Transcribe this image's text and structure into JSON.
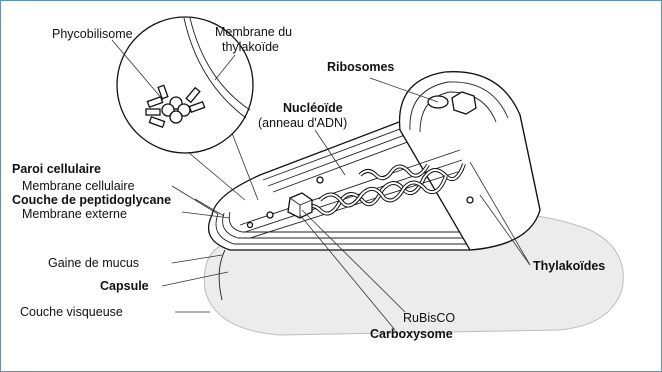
{
  "labels": {
    "phycobilisome": "Phycobilisome",
    "membrane_thylakoide_1": "Membrane du",
    "membrane_thylakoide_2": "thylakoïde",
    "ribosomes": "Ribosomes",
    "nucleoide": "Nucléoïde",
    "anneau_adn": "(anneau d'ADN)",
    "paroi_cellulaire": "Paroi cellulaire",
    "membrane_cellulaire": "Membrane cellulaire",
    "couche_peptidoglycane": "Couche de peptidoglycane",
    "membrane_externe": "Membrane externe",
    "gaine_mucus": "Gaine de mucus",
    "capsule": "Capsule",
    "couche_visqueuse": "Couche visqueuse",
    "thylakoides": "Thylakoïdes",
    "rubisco": "RuBisCO",
    "carboxysome": "Carboxysome"
  },
  "colors": {
    "frame_border": "#5b8fc7",
    "ink": "#111111",
    "shadow": "#e6e6e6"
  }
}
